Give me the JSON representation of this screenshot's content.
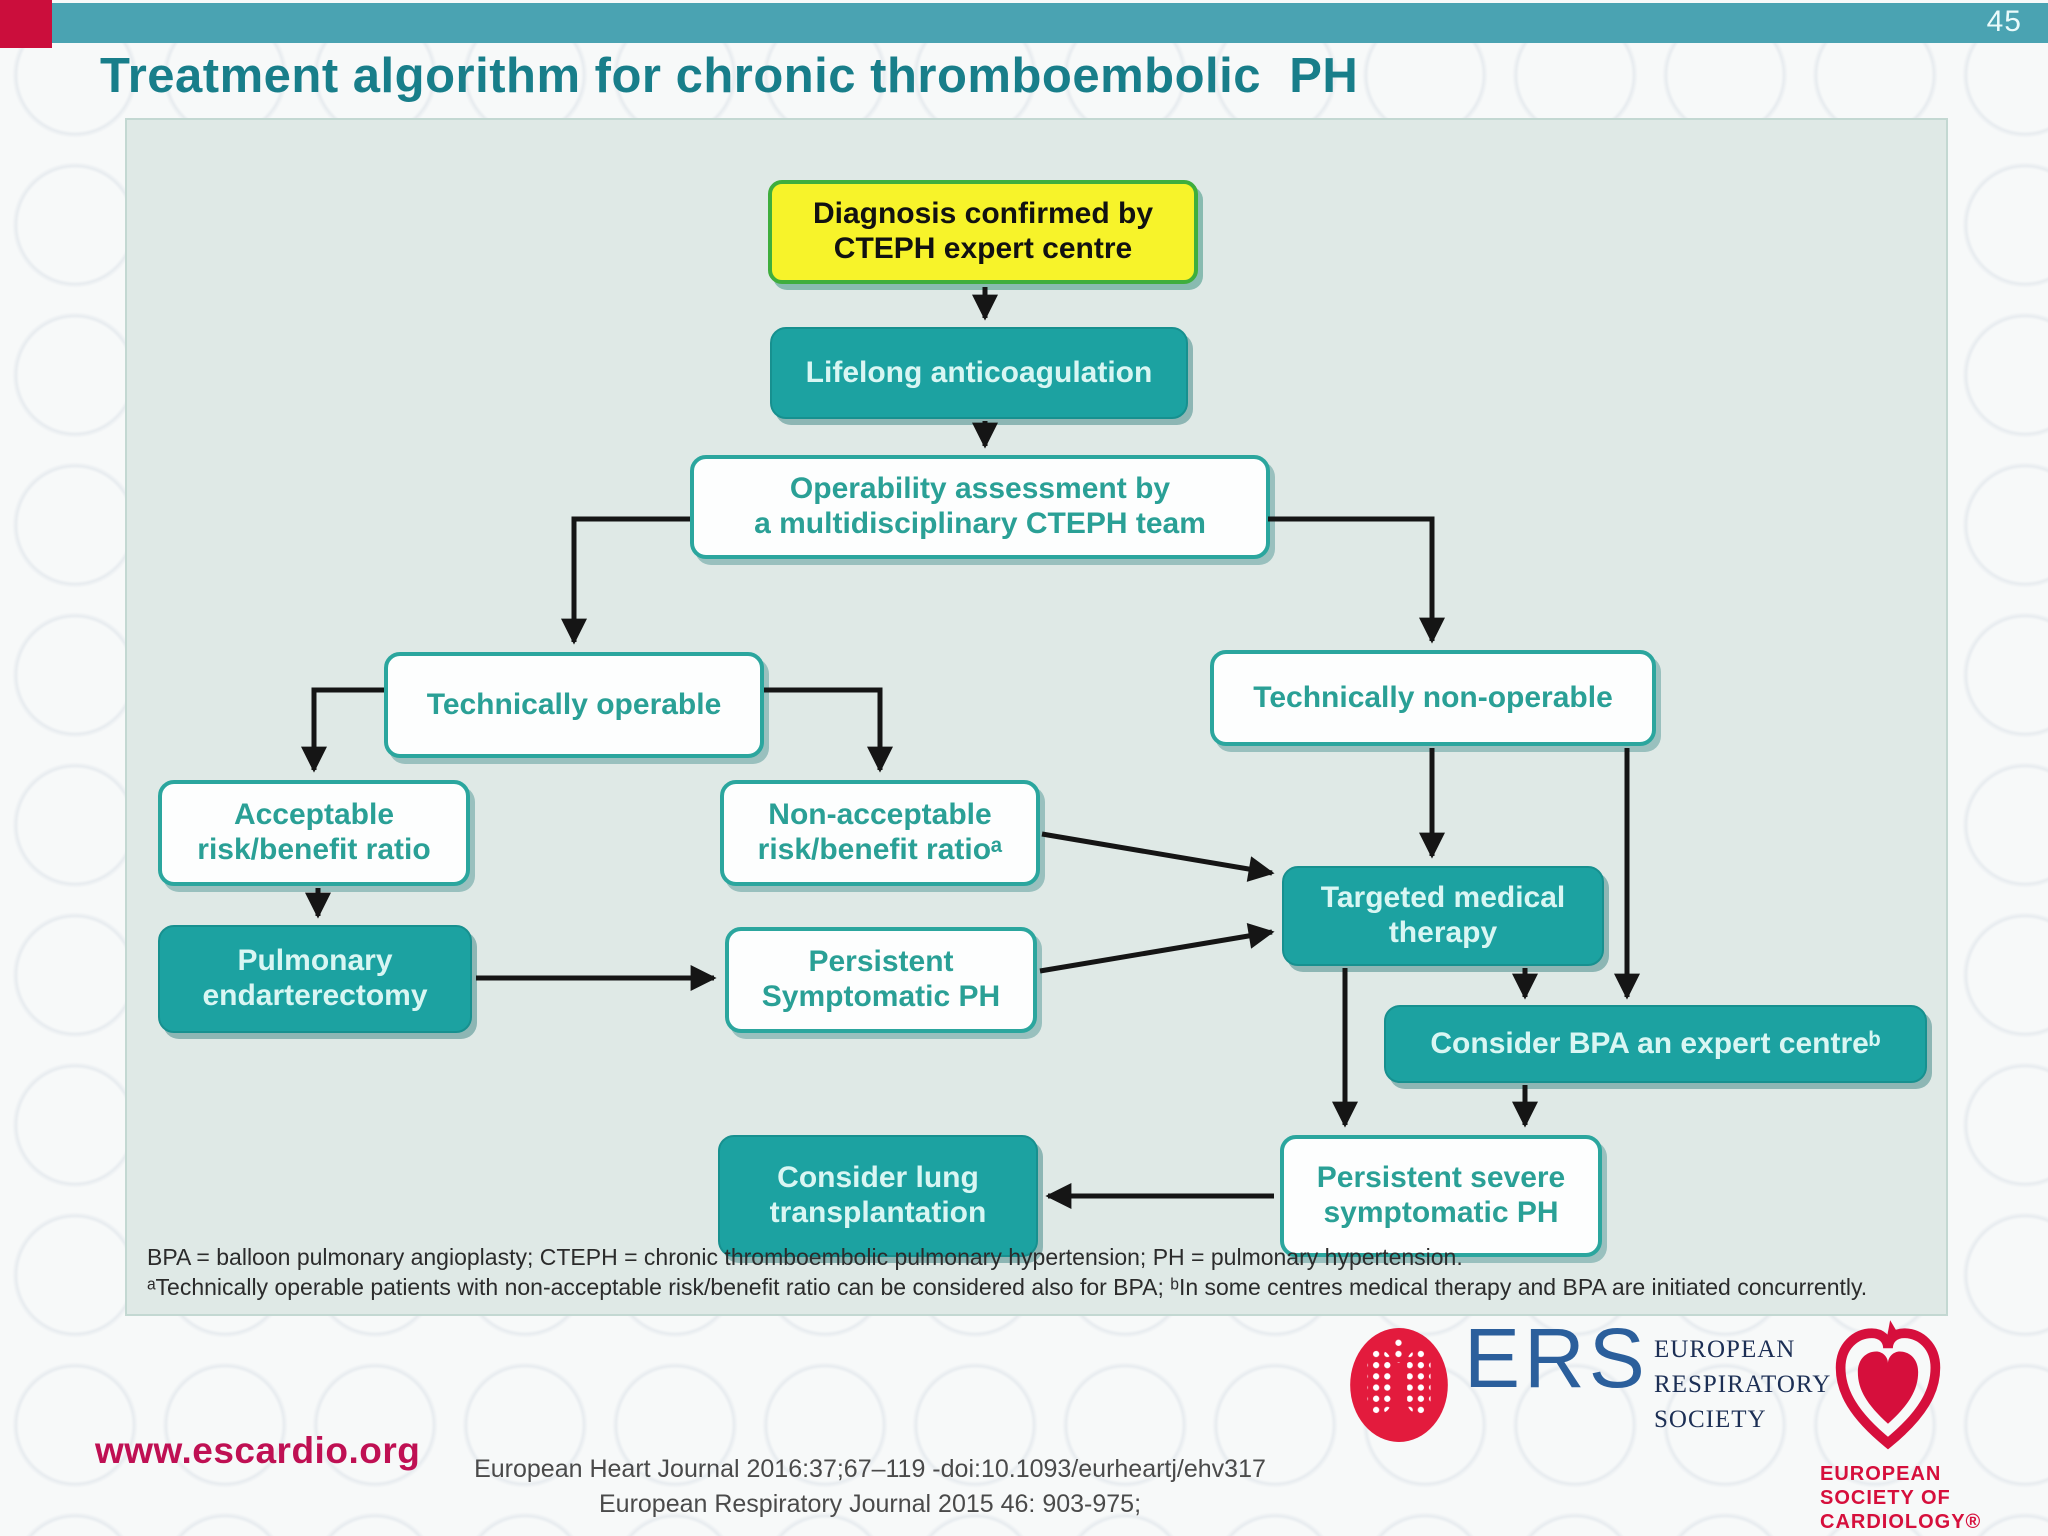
{
  "page": {
    "number": "45",
    "title": "Treatment algorithm for chronic thromboembolic  PH",
    "website": "www.escardio.org",
    "citations": [
      "European Heart Journal 2016:37;67–119 -doi:10.1093/eurheartj/ehv317",
      "European Respiratory Journal 2015 46: 903-975;"
    ]
  },
  "flowchart": {
    "diagnosis": [
      "Diagnosis confirmed by",
      "CTEPH expert centre"
    ],
    "anticoagulation": [
      "Lifelong anticoagulation"
    ],
    "operability": [
      "Operability assessment by",
      "a multidisciplinary CTEPH team"
    ],
    "operable": [
      "Technically operable"
    ],
    "non_operable": [
      "Technically non-operable"
    ],
    "acceptable": [
      "Acceptable",
      "risk/benefit ratio"
    ],
    "non_acceptable": [
      "Non-acceptable",
      "risk/benefit ratioᵃ"
    ],
    "pea": [
      "Pulmonary",
      "endarterectomy"
    ],
    "persistent_ph": [
      "Persistent",
      "Symptomatic PH"
    ],
    "targeted": [
      "Targeted medical",
      "therapy"
    ],
    "bpa": [
      "Consider BPA an expert centreᵇ"
    ],
    "persistent_severe": [
      "Persistent severe",
      "symptomatic PH"
    ],
    "transplant": [
      "Consider lung",
      "transplantation"
    ],
    "footnotes": [
      "BPA = balloon pulmonary angioplasty; CTEPH = chronic thromboembolic pulmonary hypertension; PH = pulmonary hypertension.",
      "ᵃTechnically operable patients with non-acceptable risk/benefit ratio can be considered also for BPA; ᵇIn some centres medical therapy and BPA are initiated concurrently."
    ]
  },
  "logos": {
    "ers_abbr": "ERS",
    "ers_name_lines": [
      "EUROPEAN",
      "RESPIRATORY",
      "SOCIETY"
    ],
    "esc_name_lines": [
      "EUROPEAN",
      "SOCIETY OF",
      "CARDIOLOGY®"
    ]
  },
  "colors": {
    "teal_node": "#1ca2a1",
    "white_node_border": "#2ba69e",
    "yellow_node": "#f7f32a",
    "title_teal": "#187e8a",
    "top_bar": "#4aa3b2",
    "crimson": "#cb0e3c",
    "panel_bg": "#dfe9e6",
    "ers_blue": "#2b5f9c",
    "esc_red": "#d60f3c"
  }
}
